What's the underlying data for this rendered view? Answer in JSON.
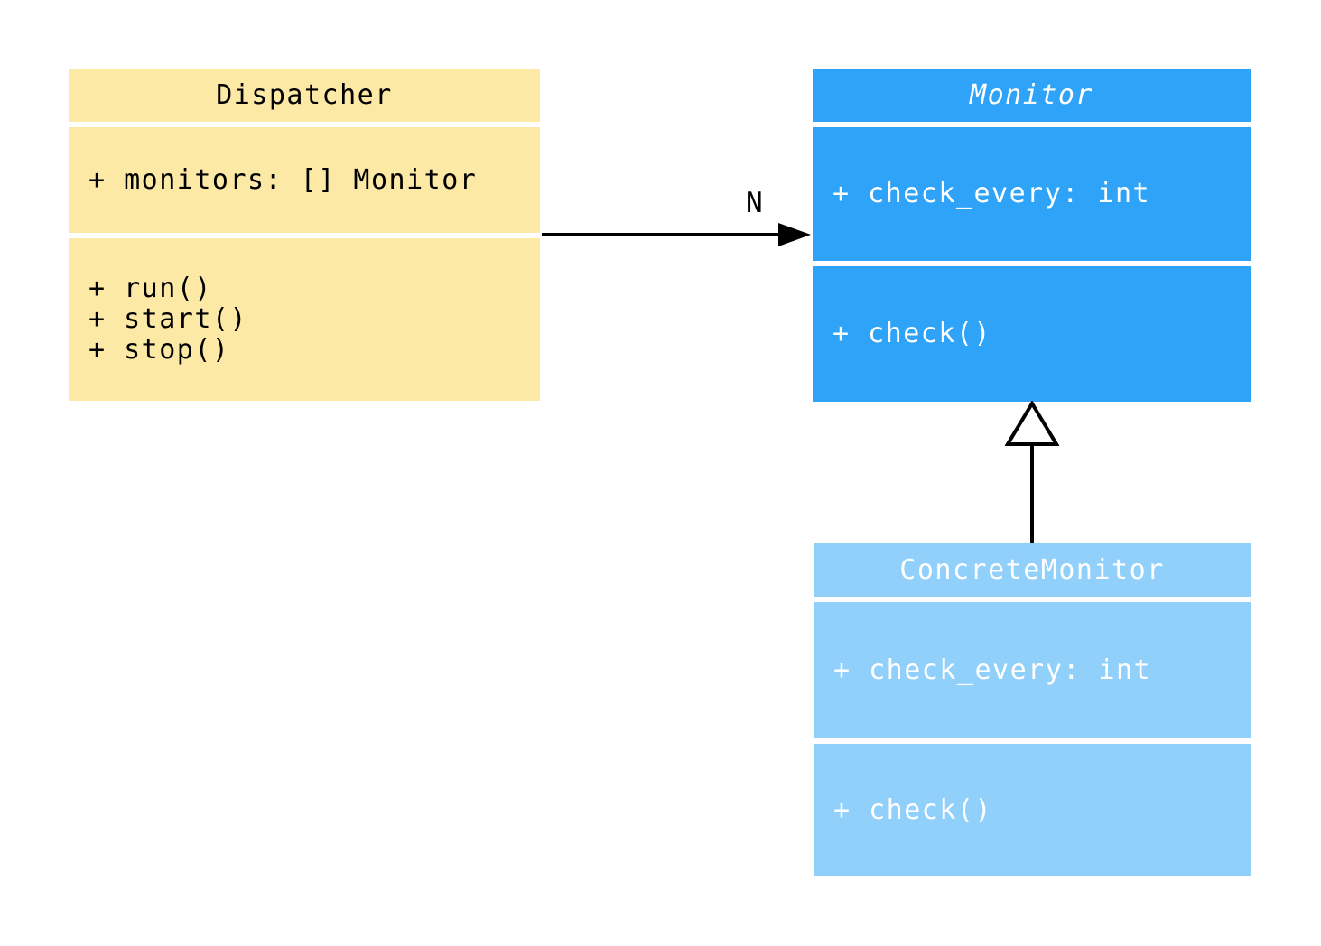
{
  "diagram": {
    "type": "uml-class-diagram",
    "background": "#FFFFFF",
    "classes": [
      {
        "name": "Dispatcher",
        "abstract": false,
        "attributes": [
          "+ monitors: [] Monitor"
        ],
        "methods": [
          "+ run()",
          "+ start()",
          "+ stop()"
        ],
        "fill": "#FCE9A6",
        "text_color": "#000000"
      },
      {
        "name": "Monitor",
        "abstract": true,
        "attributes": [
          "+ check_every: int"
        ],
        "methods": [
          "+ check()"
        ],
        "fill": "#2EA3F7",
        "text_color": "#FFFFFF"
      },
      {
        "name": "ConcreteMonitor",
        "abstract": false,
        "attributes": [
          "+ check_every: int"
        ],
        "methods": [
          "+ check()"
        ],
        "fill": "#90D0FB",
        "text_color": "#FFFFFF"
      }
    ],
    "relationships": [
      {
        "type": "association",
        "from": "Dispatcher",
        "to": "Monitor",
        "label": "N"
      },
      {
        "type": "inheritance",
        "from": "ConcreteMonitor",
        "to": "Monitor",
        "label": ""
      }
    ],
    "line_color": "#000000"
  }
}
